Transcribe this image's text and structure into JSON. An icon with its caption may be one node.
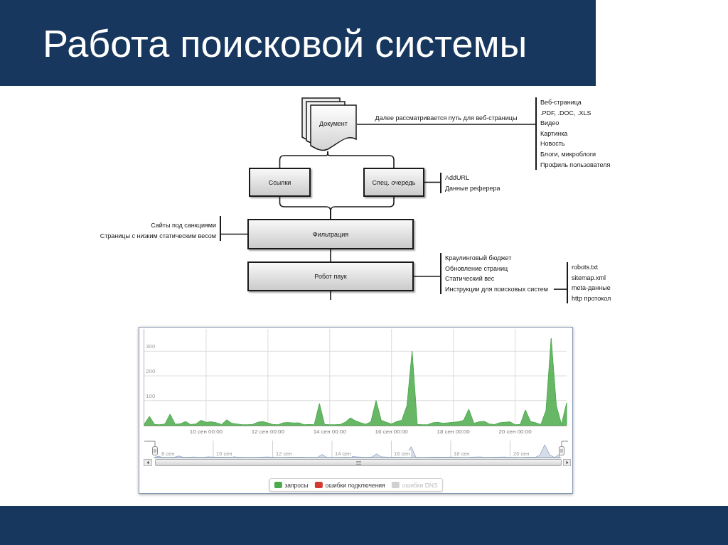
{
  "diagram": {
    "title": "Работа поисковой системы",
    "nodes": [
      {
        "text": [
          "Документ"
        ]
      },
      {
        "text": [
          "Веб-страница",
          ".PDF, .DOC, .XLS",
          "Видео",
          "Картинка",
          "Новость",
          "Блоги, микроблоги",
          "Профиль пользователя"
        ]
      },
      {
        "text": [
          "Ссылки"
        ]
      },
      {
        "text": [
          "Спец. очередь"
        ]
      },
      {
        "text": [
          "AddURL",
          "Данные реферера"
        ]
      },
      {
        "text": [
          "Сайты под санкциями",
          "Страницы с низким статическим весом"
        ]
      },
      {
        "text": [
          "Фильтрация"
        ]
      },
      {
        "text": [
          "Робот паук"
        ]
      },
      {
        "text": [
          "Краулинговый бюджет",
          "Обновление страниц",
          "Статический вес",
          "Инструкции для поисковых систем"
        ]
      },
      {
        "text": [
          "robots.txt",
          "sitemap.xml",
          "meta-данные",
          "http протокол"
        ]
      }
    ],
    "edges": [
      {
        "from": 0,
        "to": 1,
        "arrow": "none",
        "label": "Далее рассматривается путь для веб-страницы"
      },
      {
        "from": 0,
        "to": 2,
        "arrow": "none"
      },
      {
        "from": 0,
        "to": 3,
        "arrow": "none"
      },
      {
        "from": 2,
        "to": 6,
        "arrow": "none"
      },
      {
        "from": 3,
        "to": 6,
        "arrow": "none"
      },
      {
        "from": 3,
        "to": 4,
        "arrow": "none"
      },
      {
        "from": 6,
        "to": 5,
        "arrow": "none"
      },
      {
        "from": 6,
        "to": 7,
        "arrow": "none"
      },
      {
        "from": 7,
        "to": 8,
        "arrow": "none"
      },
      {
        "from": 8,
        "to": 9,
        "arrow": "none"
      },
      {
        "from": 7,
        "to": null,
        "arrow": "none"
      }
    ],
    "labels": [
      "8 сен",
      "10 сен",
      "12 сен",
      "14 сен",
      "16 сен",
      "18 сен",
      "20 сен"
    ],
    "legend": [
      {
        "text": "запросы",
        "color": "#4caa4c"
      },
      {
        "text": "ошибки подключения",
        "color": "#d23a32"
      },
      {
        "text": "ошибки DNS",
        "color": "#d0d0d0"
      }
    ],
    "chart_data": {
      "type": "area",
      "categories": [
        null,
        null,
        null,
        null,
        null,
        null,
        null,
        null,
        null,
        null,
        null,
        null,
        "10 сен 00:00",
        null,
        null,
        null,
        null,
        null,
        null,
        null,
        null,
        null,
        null,
        null,
        "12 сен 00:00",
        null,
        null,
        null,
        null,
        null,
        null,
        null,
        null,
        null,
        null,
        null,
        "14 сен 00:00",
        null,
        null,
        null,
        null,
        null,
        null,
        null,
        null,
        null,
        null,
        null,
        "16 сен 00:00",
        null,
        null,
        null,
        null,
        null,
        null,
        null,
        null,
        null,
        null,
        null,
        "18 сен 00:00",
        null,
        null,
        null,
        null,
        null,
        null,
        null,
        null,
        null,
        null,
        null,
        "20 сен 00:00",
        null,
        null,
        null,
        null,
        null,
        null,
        null,
        null,
        null,
        null
      ],
      "series": [
        {
          "color": "#4caa4c",
          "values": [
            5,
            36,
            3,
            2,
            5,
            45,
            4,
            6,
            15,
            3,
            5,
            20,
            12,
            14,
            10,
            3,
            22,
            8,
            5,
            2,
            2,
            3,
            12,
            15,
            9,
            3,
            2,
            10,
            11,
            9,
            10,
            2,
            3,
            2,
            88,
            3,
            2,
            2,
            3,
            12,
            30,
            18,
            10,
            4,
            14,
            100,
            20,
            12,
            5,
            15,
            20,
            80,
            300,
            3,
            2,
            2,
            10,
            12,
            8,
            10,
            12,
            14,
            20,
            65,
            8,
            14,
            16,
            5,
            3,
            10,
            12,
            14,
            2,
            3,
            62,
            15,
            10,
            3,
            60,
            352,
            80,
            3,
            90
          ]
        }
      ],
      "ylim": [
        0,
        390
      ],
      "yticks": [
        100,
        200,
        300
      ],
      "grid": true
    }
  }
}
